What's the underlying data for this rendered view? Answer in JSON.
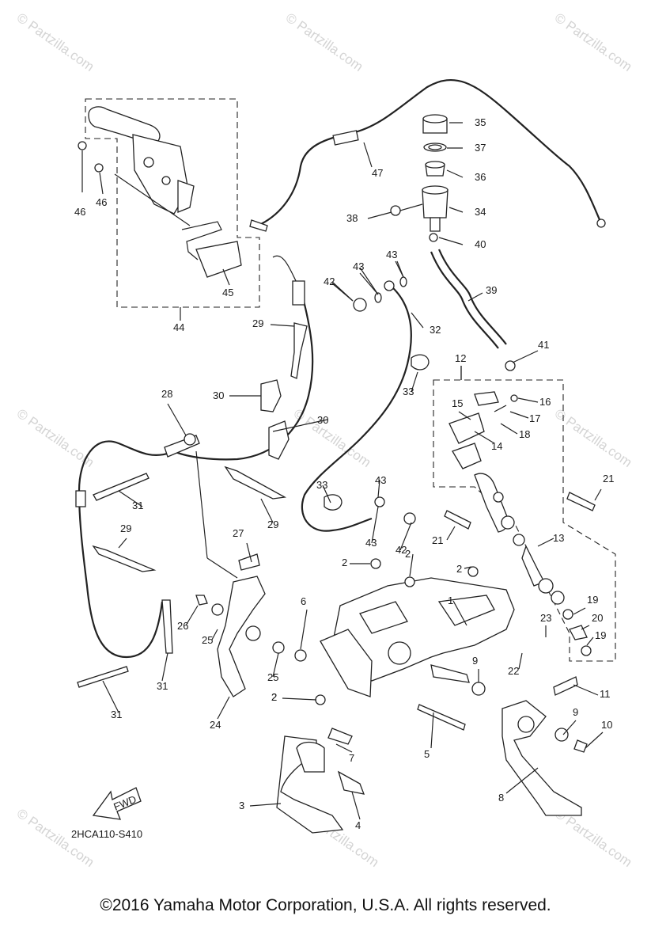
{
  "diagram": {
    "reference_code": "2HCA110-S410",
    "fwd_label": "FWD",
    "watermark_text": "© Partzilla.com",
    "copyright": "©2016  Yamaha Motor Corporation, U.S.A. All rights reserved.",
    "callouts": [
      "1",
      "2",
      "2",
      "2",
      "2",
      "2",
      "3",
      "4",
      "5",
      "6",
      "7",
      "8",
      "9",
      "9",
      "10",
      "11",
      "12",
      "13",
      "14",
      "15",
      "16",
      "17",
      "18",
      "19",
      "19",
      "20",
      "21",
      "21",
      "22",
      "23",
      "24",
      "25",
      "25",
      "26",
      "27",
      "28",
      "29",
      "29",
      "29",
      "30",
      "30",
      "31",
      "31",
      "31",
      "32",
      "33",
      "33",
      "34",
      "35",
      "36",
      "37",
      "38",
      "39",
      "40",
      "41",
      "42",
      "42",
      "43",
      "43",
      "43",
      "43",
      "44",
      "45",
      "46",
      "46",
      "47"
    ]
  }
}
